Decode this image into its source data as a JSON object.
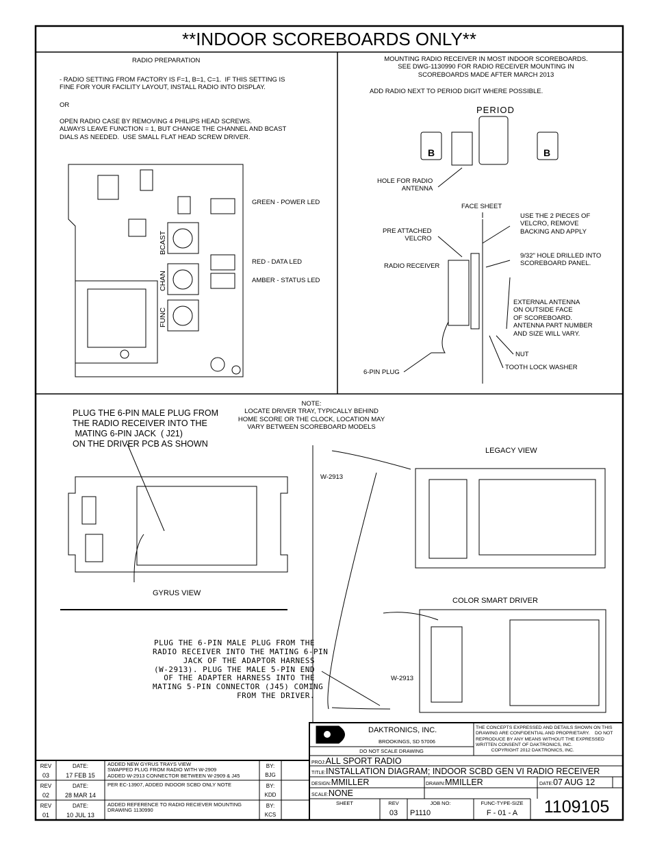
{
  "header": {
    "title": "**INDOOR SCOREBOARDS ONLY**"
  },
  "radio_prep": {
    "heading": "RADIO PREPARATION",
    "para1": "- RADIO SETTING FROM FACTORY IS F=1, B=1, C=1.  IF THIS SETTING IS\nFINE FOR YOUR FACILITY LAYOUT, INSTALL RADIO INTO DISPLAY.",
    "or": "OR",
    "para2": "OPEN RADIO CASE BY REMOVING 4 PHILIPS HEAD SCREWS.\nALWAYS LEAVE FUNCTION = 1, BUT CHANGE THE CHANNEL AND BCAST\nDIALS AS NEEDED.  USE SMALL FLAT HEAD SCREW DRIVER.",
    "dials": [
      "BCAST",
      "CHAN",
      "FUNC"
    ],
    "leds": [
      "GREEN - POWER LED",
      "RED - DATA LED",
      "AMBER - STATUS LED"
    ]
  },
  "mounting": {
    "note": "MOUNTING RADIO RECEIVER IN MOST INDOOR SCOREBOARDS.\nSEE DWG-1130990 FOR RADIO RECEIVER MOUNTING IN\nSCOREBOARDS MADE AFTER MARCH 2013",
    "add_note": "ADD RADIO NEXT TO PERIOD DIGIT WHERE POSSIBLE.",
    "period": "PERIOD",
    "bonus_b": "B",
    "hole": "HOLE FOR RADIO\nANTENNA",
    "face_sheet": "FACE SHEET",
    "velcro_use": "USE THE 2 PIECES OF\nVELCRO, REMOVE\nBACKING AND APPLY",
    "pre_velcro": "PRE ATTACHED\nVELCRO",
    "hole_drilled": "9/32\" HOLE DRILLED INTO\nSCOREBOARD PANEL.",
    "radio_receiver": "RADIO RECEIVER",
    "ext_antenna": "EXTERNAL ANTENNA\nON OUTSIDE FACE\nOF SCOREBOARD.\nANTENNA PART NUMBER\nAND SIZE WILL VARY.",
    "nut": "NUT",
    "washer": "TOOTH LOCK WASHER",
    "plug": "6-PIN PLUG"
  },
  "driver": {
    "note": "NOTE:\nLOCATE DRIVER TRAY, TYPICALLY BEHIND\nHOME SCORE OR THE CLOCK, LOCATION MAY\nVARY BETWEEN SCOREBOARD MODELS",
    "plug_gyrus": "PLUG THE 6-PIN MALE PLUG FROM\nTHE RADIO RECEIVER INTO THE\n MATING 6-PIN JACK  ( J21)\nON THE DRIVER PCB AS SHOWN",
    "gyrus_view": "GYRUS VIEW",
    "legacy_view": "LEGACY VIEW",
    "w2913": "W-2913",
    "color_smart": "COLOR SMART DRIVER",
    "plug_legacy": "PLUG THE 6-PIN MALE PLUG FROM THE\nRADIO RECEIVER INTO THE MATING 6-PIN\nJACK OF THE ADAPTOR HARNESS\n(W-2913). PLUG THE MALE 5-PIN END\nOF THE ADAPTER HARNESS INTO THE\nMATING 5-PIN CONNECTOR (J45) COMING\nFROM THE DRIVER."
  },
  "title_block": {
    "company": "DAKTRONICS, INC.",
    "location": "BROOKINGS, SD  57006",
    "do_not_scale": "DO NOT SCALE DRAWING",
    "confidential": "THE CONCEPTS EXPRESSED AND DETAILS SHOWN ON THIS\nDRAWING ARE CONFIDENTIAL AND PROPRIETARY.    DO NOT\nREPRODUCE BY ANY MEANS WITHOUT THE EXPRESSED\nWRITTEN CONSENT OF DAKTRONICS, INC.\n            COPYRIGHT 2012 DAKTRONICS, INC.",
    "proj_label": "PROJ:",
    "proj": "ALL SPORT RADIO",
    "title_label": "TITLE:",
    "title": "INSTALLATION DIAGRAM; INDOOR SCBD GEN VI RADIO RECEIVER",
    "design_label": "DESIGN:",
    "design": "MMILLER",
    "drawn_label": "DRAWN:",
    "drawn": "MMILLER",
    "date_label": "DATE:",
    "date": "07 AUG 12",
    "scale_label": "SCALE:",
    "scale": "NONE",
    "sheet_label": "SHEET",
    "rev_label": "REV",
    "rev": "03",
    "job_label": "JOB NO:",
    "job": "P1110",
    "fts_label": "FUNC-TYPE-SIZE",
    "fts": "F - 01 - A",
    "drawing_number": "1109105"
  },
  "revisions": [
    {
      "rev_label": "REV",
      "rev": "03",
      "date_label": "DATE:",
      "date": "17 FEB 15",
      "desc": "ADDED NEW GYRUS TRAYS VIEW\nSWAPPED PLUG FROM RADIO WITH W-2909\nADDED W-2913 CONNECTOR BETWEEN W-2909 & J45",
      "by_label": "BY:",
      "by": "BJG"
    },
    {
      "rev_label": "REV",
      "rev": "02",
      "date_label": "DATE:",
      "date": "28 MAR 14",
      "desc": "PER EC-13907, ADDED INDOOR SCBD ONLY NOTE",
      "by_label": "BY:",
      "by": "KDD"
    },
    {
      "rev_label": "REV",
      "rev": "01",
      "date_label": "DATE:",
      "date": "10 JUL 13",
      "desc": "ADDED REFERENCE TO RADIO RECIEVER MOUNTING\nDRAWING 1130990",
      "by_label": "BY:",
      "by": "KCS"
    }
  ]
}
